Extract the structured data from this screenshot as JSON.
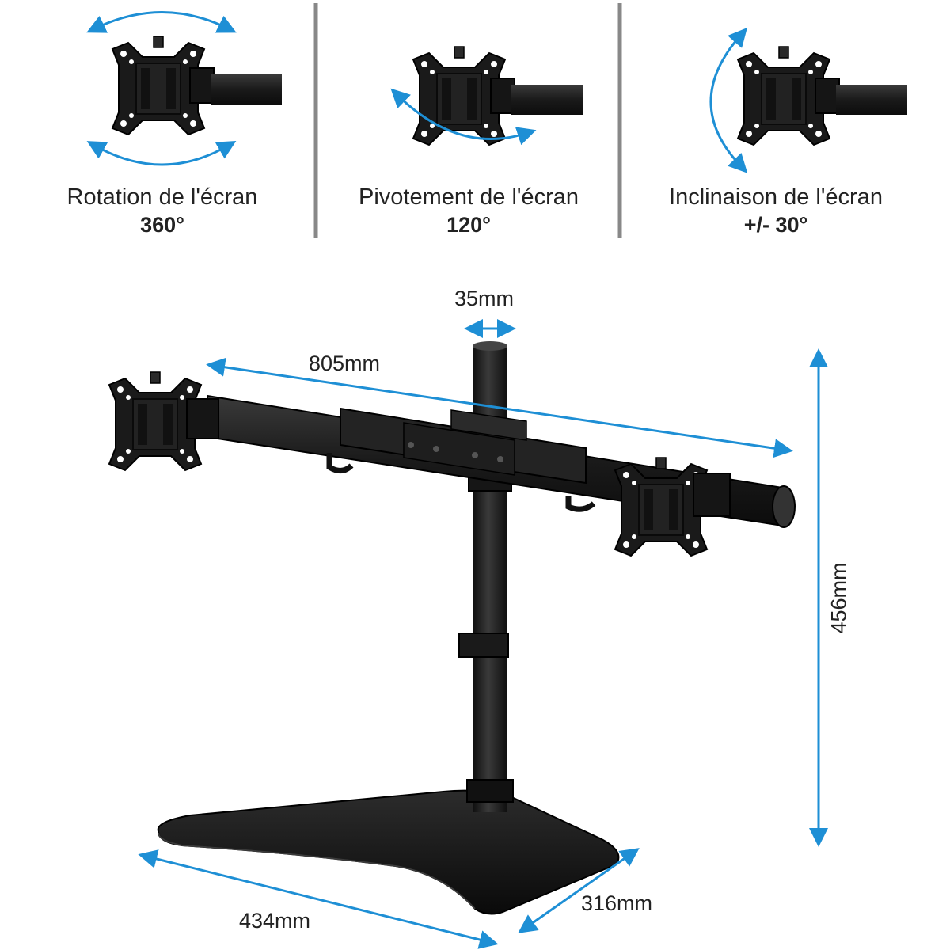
{
  "features": [
    {
      "label": "Rotation de l'écran",
      "value": "360°"
    },
    {
      "label": "Pivotement de l'écran",
      "value": "120°"
    },
    {
      "label": "Inclinaison de l'écran",
      "value": "+/- 30°"
    }
  ],
  "dimensions": {
    "pole_diameter": "35mm",
    "arm_span": "805mm",
    "height": "456mm",
    "base_width": "434mm",
    "base_depth": "316mm"
  },
  "colors": {
    "arrow": "#1e8fd5",
    "metal": "#1c1c1c",
    "divider": "#888888"
  }
}
